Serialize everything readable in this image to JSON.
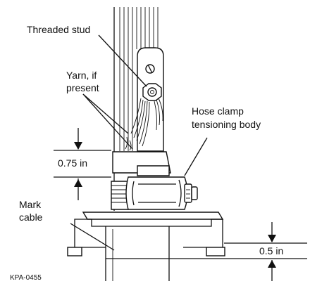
{
  "labels": {
    "threaded_stud": "Threaded stud",
    "yarn_line1": "Yarn, if",
    "yarn_line2": "present",
    "hose_line1": "Hose clamp",
    "hose_line2": "tensioning body",
    "mark_line1": "Mark",
    "mark_line2": "cable",
    "dim_upper": "0.75 in",
    "dim_lower": "0.5 in",
    "figure_id": "KPA-0455"
  }
}
